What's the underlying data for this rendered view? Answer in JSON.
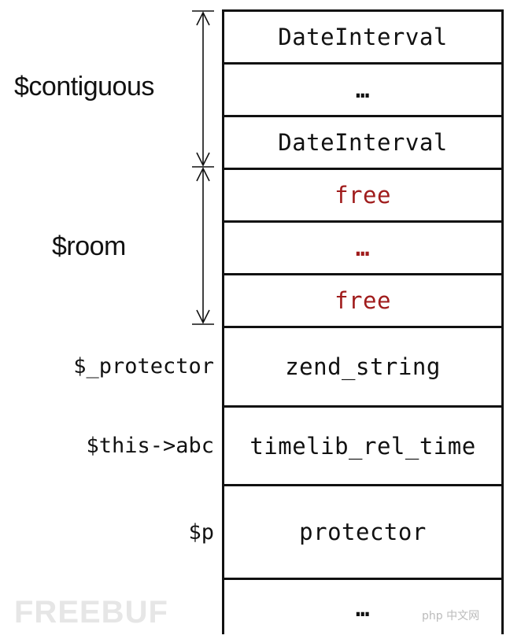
{
  "cells": [
    {
      "text": "DateInterval",
      "kind": "normal"
    },
    {
      "text": "…",
      "kind": "ellipsis"
    },
    {
      "text": "DateInterval",
      "kind": "normal"
    },
    {
      "text": "free",
      "kind": "free"
    },
    {
      "text": "…",
      "kind": "free-ellipsis"
    },
    {
      "text": "free",
      "kind": "free"
    },
    {
      "text": "zend_string",
      "kind": "normal"
    },
    {
      "text": "timelib_rel_time",
      "kind": "normal"
    },
    {
      "text": "protector",
      "kind": "normal"
    },
    {
      "text": "…",
      "kind": "ellipsis"
    }
  ],
  "labels": {
    "contiguous": "$contiguous",
    "room": "$room",
    "protector": "$_protector",
    "abc": "$this->abc",
    "p": "$p"
  },
  "watermark": {
    "left": "FREEBUF",
    "right": "php 中文网"
  },
  "colors": {
    "free_text": "#a01c1c",
    "lines": "#111111"
  }
}
